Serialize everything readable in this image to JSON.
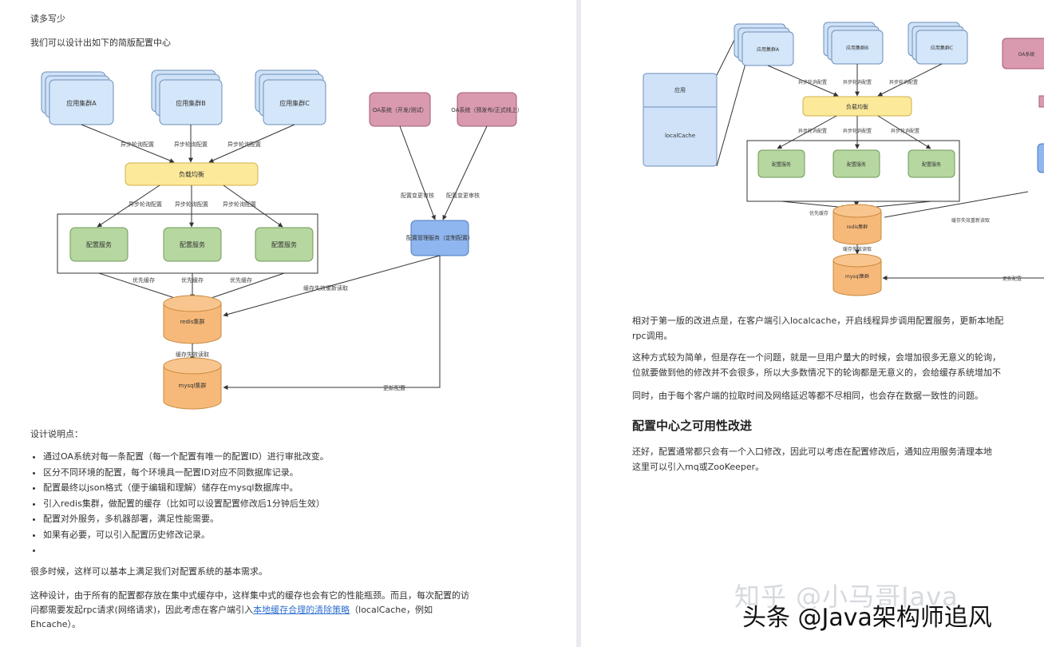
{
  "left": {
    "intro_line": "读多写少",
    "design_line": "我们可以设计出如下的简版配置中心",
    "diagram": {
      "clients": [
        "应用集群A",
        "应用集群B",
        "应用集群C"
      ],
      "oa_systems": [
        "OA系统（开发/测试）",
        "OA系统（预发布/正式线上）"
      ],
      "lb": "负载均衡",
      "services": [
        "配置服务",
        "配置服务",
        "配置服务"
      ],
      "config_mgmt": "配置管理服务（定制配置）",
      "redis": "redis集群",
      "mysql": "mysql集群",
      "labels": {
        "async_pull": "异步轮询配置",
        "cache_query": "优先缓存",
        "config_change": "配置变更审核",
        "config_change2": "配置变更审核",
        "sync_cache": "缓存失效重新读取",
        "mysql_read": "缓存失效读取",
        "update_db": "更新配置"
      }
    },
    "notes_title": "设计说明点：",
    "bullets": [
      "通过OA系统对每一条配置（每一个配置有唯一的配置ID）进行审批改变。",
      "区分不同环境的配置，每个环境具一配置ID对应不同数据库记录。",
      "配置最终以json格式（便于编辑和理解）储存在mysql数据库中。",
      "引入redis集群，做配置的缓存（比如可以设置配置修改后1分钟后生效）",
      "配置对外服务，多机器部署，满足性能需要。",
      "如果有必要，可以引入配置历史修改记录。",
      ""
    ],
    "para1": "很多时候，这样可以基本上满足我们对配置系统的基本需求。",
    "para2_line1": "这种设计，由于所有的配置都存放在集中式缓存中，这样集中式的缓存也会有它的性能瓶颈。而且，每次配置的访",
    "para2_line2_pre": "问都需要发起rpc请求(网络请求)，因此考虑在客户端引入",
    "para2_link": "本地缓存合理的清除策略",
    "para2_line2_post": "（localCache，例如",
    "para2_line3": "Ehcache）。"
  },
  "right": {
    "diagram": {
      "client_box": [
        "应用",
        "localCache"
      ],
      "clients": [
        "应用集群A",
        "应用集群B",
        "应用集群C"
      ],
      "oa": "OA系统",
      "lb": "负载均衡",
      "services": [
        "配置服务",
        "配置服务",
        "配置服务"
      ],
      "redis": "redis集群",
      "mysql": "mysql集群",
      "labels": {
        "async_pull": "异步轮询配置",
        "cache_query": "优先缓存",
        "mysql_read": "缓存失效读取",
        "config_read": "缓存失效重新读取",
        "update": "更新配置"
      }
    },
    "para1_line1": "相对于第一版的改进点是，在客户端引入localcache，开启线程异步调用配置服务，更新本地配",
    "para1_line2": "rpc调用。",
    "para2_line1": "这种方式较为简单，但是存在一个问题，就是一旦用户量大的时候，会增加很多无意义的轮询，",
    "para2_line2": "位就要做到他的修改并不会很多，所以大多数情况下的轮询都是无意义的，会给缓存系统增加不",
    "para3": "同时，由于每个客户端的拉取时间及网络延迟等都不尽相同，也会存在数据一致性的问题。",
    "heading": "配置中心之可用性改进",
    "para4_line1": "还好，配置通常都只会有一个入口修改，因此可以考虑在配置修改后，通知应用服务清理本地",
    "para4_line2": "这里可以引入mq或ZooKeeper。"
  },
  "watermark": {
    "zhihu": "知乎 @小马哥Java",
    "toutiao": "头条 @Java架构师追风"
  }
}
